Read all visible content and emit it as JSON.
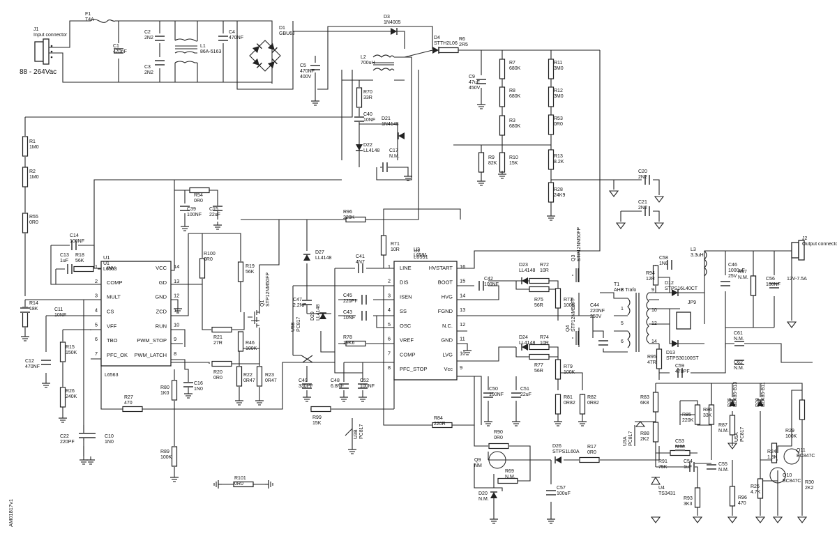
{
  "components": [
    {
      "ref": "J1",
      "value": "Input connector"
    },
    {
      "ref": "F1",
      "value": "T4A"
    },
    {
      "ref": "C1",
      "value": "470nF"
    },
    {
      "ref": "C2",
      "value": "2N2"
    },
    {
      "ref": "C3",
      "value": "2N2"
    },
    {
      "ref": "L1",
      "value": "86A-5163"
    },
    {
      "ref": "C4",
      "value": "470NF"
    },
    {
      "ref": "D1",
      "value": "GBU6J"
    },
    {
      "ref": "C5",
      "value": "470NF",
      "value2": "400V"
    },
    {
      "ref": "D3",
      "value": "1N4005"
    },
    {
      "ref": "D4",
      "value": "STTH2L06"
    },
    {
      "ref": "R6",
      "value": "2R5"
    },
    {
      "ref": "L2",
      "value": "700uH"
    },
    {
      "ref": "C9",
      "value": "47uF",
      "value2": "450V"
    },
    {
      "ref": "R7",
      "value": "680K"
    },
    {
      "ref": "R8",
      "value": "680K"
    },
    {
      "ref": "R3",
      "value": "680K"
    },
    {
      "ref": "R9",
      "value": "82K"
    },
    {
      "ref": "R10",
      "value": "15K"
    },
    {
      "ref": "R11",
      "value": "3M0"
    },
    {
      "ref": "R12",
      "value": "3M0"
    },
    {
      "ref": "R53",
      "value": "0R0"
    },
    {
      "ref": "R13",
      "value": "8.2K"
    },
    {
      "ref": "R28",
      "value": "24K9"
    },
    {
      "ref": "R70",
      "value": "33R"
    },
    {
      "ref": "C40",
      "value": "10NF"
    },
    {
      "ref": "D21",
      "value": "1N4148"
    },
    {
      "ref": "D22",
      "value": "LL4148"
    },
    {
      "ref": "C17",
      "value": "N.M."
    },
    {
      "ref": "C20",
      "value": "2N2"
    },
    {
      "ref": "C21",
      "value": "2N2"
    },
    {
      "ref": "R1",
      "value": "1M0"
    },
    {
      "ref": "R2",
      "value": "1M0"
    },
    {
      "ref": "R55",
      "value": "0R0"
    },
    {
      "ref": "R54",
      "value": "0R0"
    },
    {
      "ref": "C39",
      "value": "100NF"
    },
    {
      "ref": "C15",
      "value": "22uF"
    },
    {
      "ref": "R96",
      "value": "220K"
    },
    {
      "ref": "C14",
      "value": "100NF"
    },
    {
      "ref": "C13",
      "value": "1uF"
    },
    {
      "ref": "R18",
      "value": "56K"
    },
    {
      "ref": "U1",
      "value": "L6563"
    },
    {
      "ref": "R14",
      "value": "18K"
    },
    {
      "ref": "C11",
      "value": "10NF"
    },
    {
      "ref": "R15",
      "value": "150K"
    },
    {
      "ref": "C12",
      "value": "470NF"
    },
    {
      "ref": "R26",
      "value": "240K"
    },
    {
      "ref": "C22",
      "value": "220PF"
    },
    {
      "ref": "C10",
      "value": "1N0"
    },
    {
      "ref": "R27",
      "value": "470"
    },
    {
      "ref": "R100",
      "value": "0R0"
    },
    {
      "ref": "R19",
      "value": "56K"
    },
    {
      "ref": "Q1",
      "value": "STP12NM50FP"
    },
    {
      "ref": "R21",
      "value": "27R"
    },
    {
      "ref": "R46",
      "value": "100K"
    },
    {
      "ref": "R22",
      "value": "0R47"
    },
    {
      "ref": "R23",
      "value": "0R47"
    },
    {
      "ref": "R20",
      "value": "0R0"
    },
    {
      "ref": "R80",
      "value": "1K0"
    },
    {
      "ref": "C16",
      "value": "1N0"
    },
    {
      "ref": "R89",
      "value": "100K"
    },
    {
      "ref": "R101",
      "value": "0R0"
    },
    {
      "ref": "D27",
      "value": "LL4148"
    },
    {
      "ref": "C47",
      "value": "2.2NF"
    },
    {
      "ref": "U5B",
      "value": "PC817"
    },
    {
      "ref": "D29",
      "value": "LL4148"
    },
    {
      "ref": "R71",
      "value": "10R"
    },
    {
      "ref": "C41",
      "value": "4N7"
    },
    {
      "ref": "C45",
      "value": "220PF"
    },
    {
      "ref": "C43",
      "value": "10NF"
    },
    {
      "ref": "R78",
      "value": "19K6"
    },
    {
      "ref": "C49",
      "value": "330PF"
    },
    {
      "ref": "C48",
      "value": "6.8NF"
    },
    {
      "ref": "C52",
      "value": "100NF"
    },
    {
      "ref": "R99",
      "value": "15K"
    },
    {
      "ref": "U3B",
      "value": "PC817"
    },
    {
      "ref": "U2",
      "value": "L6591"
    },
    {
      "ref": "R84",
      "value": "220R"
    },
    {
      "ref": "C42",
      "value": "100NF"
    },
    {
      "ref": "D23",
      "value": "LL4148"
    },
    {
      "ref": "R72",
      "value": "10R"
    },
    {
      "ref": "R75",
      "value": "56R"
    },
    {
      "ref": "R73",
      "value": "100K"
    },
    {
      "ref": "Q3",
      "value": "STP12NM50FP"
    },
    {
      "ref": "D24",
      "value": "LL4148"
    },
    {
      "ref": "R74",
      "value": "10R"
    },
    {
      "ref": "R77",
      "value": "56R"
    },
    {
      "ref": "Q4",
      "value": "STP12NM50FP"
    },
    {
      "ref": "R79",
      "value": "100K"
    },
    {
      "ref": "C50",
      "value": "100NF"
    },
    {
      "ref": "C51",
      "value": "22uF"
    },
    {
      "ref": "R81",
      "value": "0R82"
    },
    {
      "ref": "R82",
      "value": "0R82"
    },
    {
      "ref": "C44",
      "value": "220NF",
      "value2": "250V"
    },
    {
      "ref": "R90",
      "value": "0R0"
    },
    {
      "ref": "Q9",
      "value": "NM"
    },
    {
      "ref": "R69",
      "value": "N.M."
    },
    {
      "ref": "D20",
      "value": "N.M."
    },
    {
      "ref": "D26",
      "value": "STPS1L60A"
    },
    {
      "ref": "R17",
      "value": "0R0"
    },
    {
      "ref": "C57",
      "value": "100uF"
    },
    {
      "ref": "T1",
      "value": "AHB Trafo"
    },
    {
      "ref": "C58",
      "value": "1N8"
    },
    {
      "ref": "R94",
      "value": "12R"
    },
    {
      "ref": "L3",
      "value": "3.3uH"
    },
    {
      "ref": "D12",
      "value": "STPS16L40CT"
    },
    {
      "ref": "C46",
      "value": "1000uF",
      "value2": "25V"
    },
    {
      "ref": "R97",
      "value": "N.M."
    },
    {
      "ref": "C56",
      "value": "100NF"
    },
    {
      "ref": "J2",
      "value": "Output connector"
    },
    {
      "ref": "JP9",
      "value": ""
    },
    {
      "ref": "D13",
      "value": "STPS30100ST"
    },
    {
      "ref": "R95",
      "value": "47R"
    },
    {
      "ref": "C59",
      "value": "470PF"
    },
    {
      "ref": "C61",
      "value": "N.M."
    },
    {
      "ref": "C62",
      "value": "N.M."
    },
    {
      "ref": "R83",
      "value": "6K8"
    },
    {
      "ref": "R85",
      "value": "220K"
    },
    {
      "ref": "R86",
      "value": "33K"
    },
    {
      "ref": "D25",
      "value": "BZX85-B13"
    },
    {
      "ref": "D28",
      "value": "BZX85-B11"
    },
    {
      "ref": "U3A",
      "value": "PC817"
    },
    {
      "ref": "R88",
      "value": "2K2"
    },
    {
      "ref": "C53",
      "value": "N.M."
    },
    {
      "ref": "R87",
      "value": "N.M."
    },
    {
      "ref": "U5A",
      "value": "PC817"
    },
    {
      "ref": "R29",
      "value": "100K"
    },
    {
      "ref": "R24",
      "value": "1.8K"
    },
    {
      "ref": "Q11",
      "value": "BC847C"
    },
    {
      "ref": "R91",
      "value": "75K"
    },
    {
      "ref": "C54",
      "value": "1uF"
    },
    {
      "ref": "C55",
      "value": "N.M."
    },
    {
      "ref": "Q10",
      "value": "BC847C"
    },
    {
      "ref": "U4",
      "value": "TS3431"
    },
    {
      "ref": "R93",
      "value": "3K3"
    },
    {
      "ref": "R96b",
      "value": "470"
    },
    {
      "ref": "R25",
      "value": "4.7K"
    },
    {
      "ref": "R30",
      "value": "2K2"
    }
  ],
  "ic_u1": {
    "ref": "U1",
    "part": "L6563",
    "left": [
      {
        "n": "1",
        "name": "INV"
      },
      {
        "n": "2",
        "name": "COMP"
      },
      {
        "n": "3",
        "name": "MULT"
      },
      {
        "n": "4",
        "name": "CS"
      },
      {
        "n": "5",
        "name": "VFF"
      },
      {
        "n": "6",
        "name": "TBO"
      },
      {
        "n": "7",
        "name": "PFC_OK"
      }
    ],
    "right": [
      {
        "n": "14",
        "name": "VCC"
      },
      {
        "n": "13",
        "name": "GD"
      },
      {
        "n": "12",
        "name": "GND"
      },
      {
        "n": "11",
        "name": "ZCD"
      },
      {
        "n": "10",
        "name": "RUN"
      },
      {
        "n": "9",
        "name": "PWM_STOP"
      },
      {
        "n": "8",
        "name": "PWM_LATCH"
      }
    ]
  },
  "ic_u2": {
    "ref": "U2",
    "part": "L6591",
    "left": [
      {
        "n": "1",
        "name": "LINE"
      },
      {
        "n": "2",
        "name": "DIS"
      },
      {
        "n": "3",
        "name": "ISEN"
      },
      {
        "n": "4",
        "name": "SS"
      },
      {
        "n": "5",
        "name": "OSC"
      },
      {
        "n": "6",
        "name": "VREF"
      },
      {
        "n": "7",
        "name": "COMP"
      },
      {
        "n": "8",
        "name": "PFC_STOP"
      }
    ],
    "right": [
      {
        "n": "16",
        "name": "HVSTART"
      },
      {
        "n": "15",
        "name": "BOOT"
      },
      {
        "n": "14",
        "name": "HVG"
      },
      {
        "n": "13",
        "name": "FGND"
      },
      {
        "n": "12",
        "name": "N.C."
      },
      {
        "n": "11",
        "name": "GND"
      },
      {
        "n": "10",
        "name": "LVG"
      },
      {
        "n": "9",
        "name": "Vcc"
      }
    ]
  },
  "notes": {
    "input_range": "88 - 264Vac",
    "output_spec": "12V-7.5A",
    "figure_code": "AM01817v1",
    "transformer_pins": [
      "2",
      "9",
      "1",
      "10",
      "12",
      "5",
      "6",
      "14"
    ]
  }
}
